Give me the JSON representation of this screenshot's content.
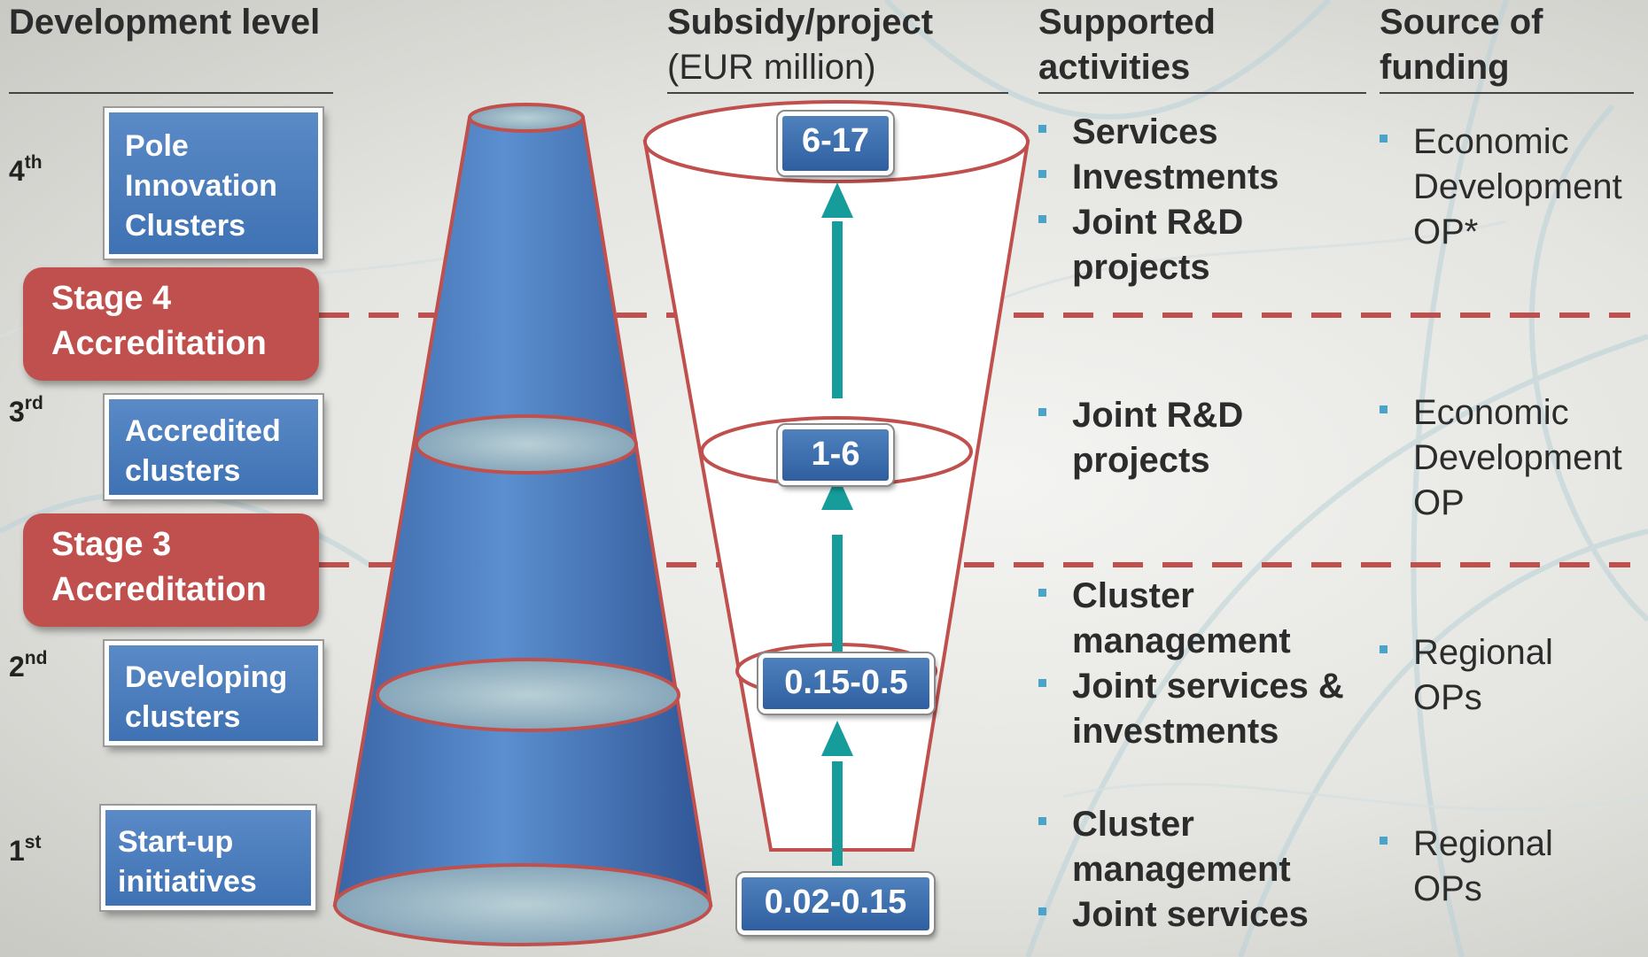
{
  "headers": {
    "development_level": "Development level",
    "subsidy": "Subsidy/project",
    "subsidy_unit": "(EUR million)",
    "supported_activities": "Supported activities",
    "source_of_funding": "Source of funding"
  },
  "levels": [
    {
      "num": "4",
      "suffix": "th",
      "box": [
        "Pole",
        "Innovation",
        "Clusters"
      ]
    },
    {
      "num": "3",
      "suffix": "rd",
      "box": [
        "Accredited",
        "clusters"
      ]
    },
    {
      "num": "2",
      "suffix": "nd",
      "box": [
        "Developing",
        "clusters"
      ]
    },
    {
      "num": "1",
      "suffix": "st",
      "box": [
        "Start-up",
        "initiatives"
      ]
    }
  ],
  "stages": [
    {
      "line1": "Stage 4",
      "line2": "Accreditation"
    },
    {
      "line1": "Stage 3",
      "line2": "Accreditation"
    }
  ],
  "subsidies": [
    "6-17",
    "1-6",
    "0.15-0.5",
    "0.02-0.15"
  ],
  "activities": [
    [
      "Services",
      "Investments",
      "Joint R&D projects"
    ],
    [
      "Joint R&D projects"
    ],
    [
      "Cluster management",
      "Joint services & investments"
    ],
    [
      "Cluster management",
      "Joint services"
    ]
  ],
  "funding": [
    "Economic Development OP*",
    "Economic Development OP",
    "Regional OPs",
    "Regional OPs"
  ],
  "colors": {
    "blue_box": "#4f81bd",
    "stage_red": "#c0504d",
    "arrow_teal": "#169c9b",
    "bullet": "#4aa3c8"
  }
}
